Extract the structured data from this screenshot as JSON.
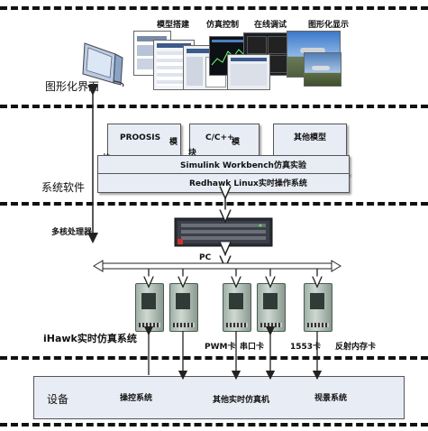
{
  "layers": {
    "ui": {
      "label": "图形化界面",
      "top_items": [
        "模型搭建",
        "仿真控制",
        "在线调试",
        "图形化显示"
      ]
    },
    "software": {
      "label": "系统软件",
      "models": [
        "PROOSIS",
        "C/C++",
        "其他模型"
      ],
      "model_suffix": "模",
      "block_char": "块",
      "workbench": "Simulink Workbench仿真实验",
      "linux": "Redhawk Linux实时操作系统"
    },
    "hardware": {
      "processor": "多核处理器",
      "bus": "PC",
      "ihawk": "iHawk实时仿真系统",
      "cards": [
        "PWM卡",
        "串口卡",
        "1553卡",
        "反射内存卡"
      ]
    },
    "devices": {
      "label": "设备",
      "items": [
        "操控系统",
        "其他实时仿真机",
        "视景系统"
      ]
    }
  },
  "colors": {
    "box_fill": "#e8ecf5",
    "dash": "#111111",
    "arrow": "#222222"
  }
}
